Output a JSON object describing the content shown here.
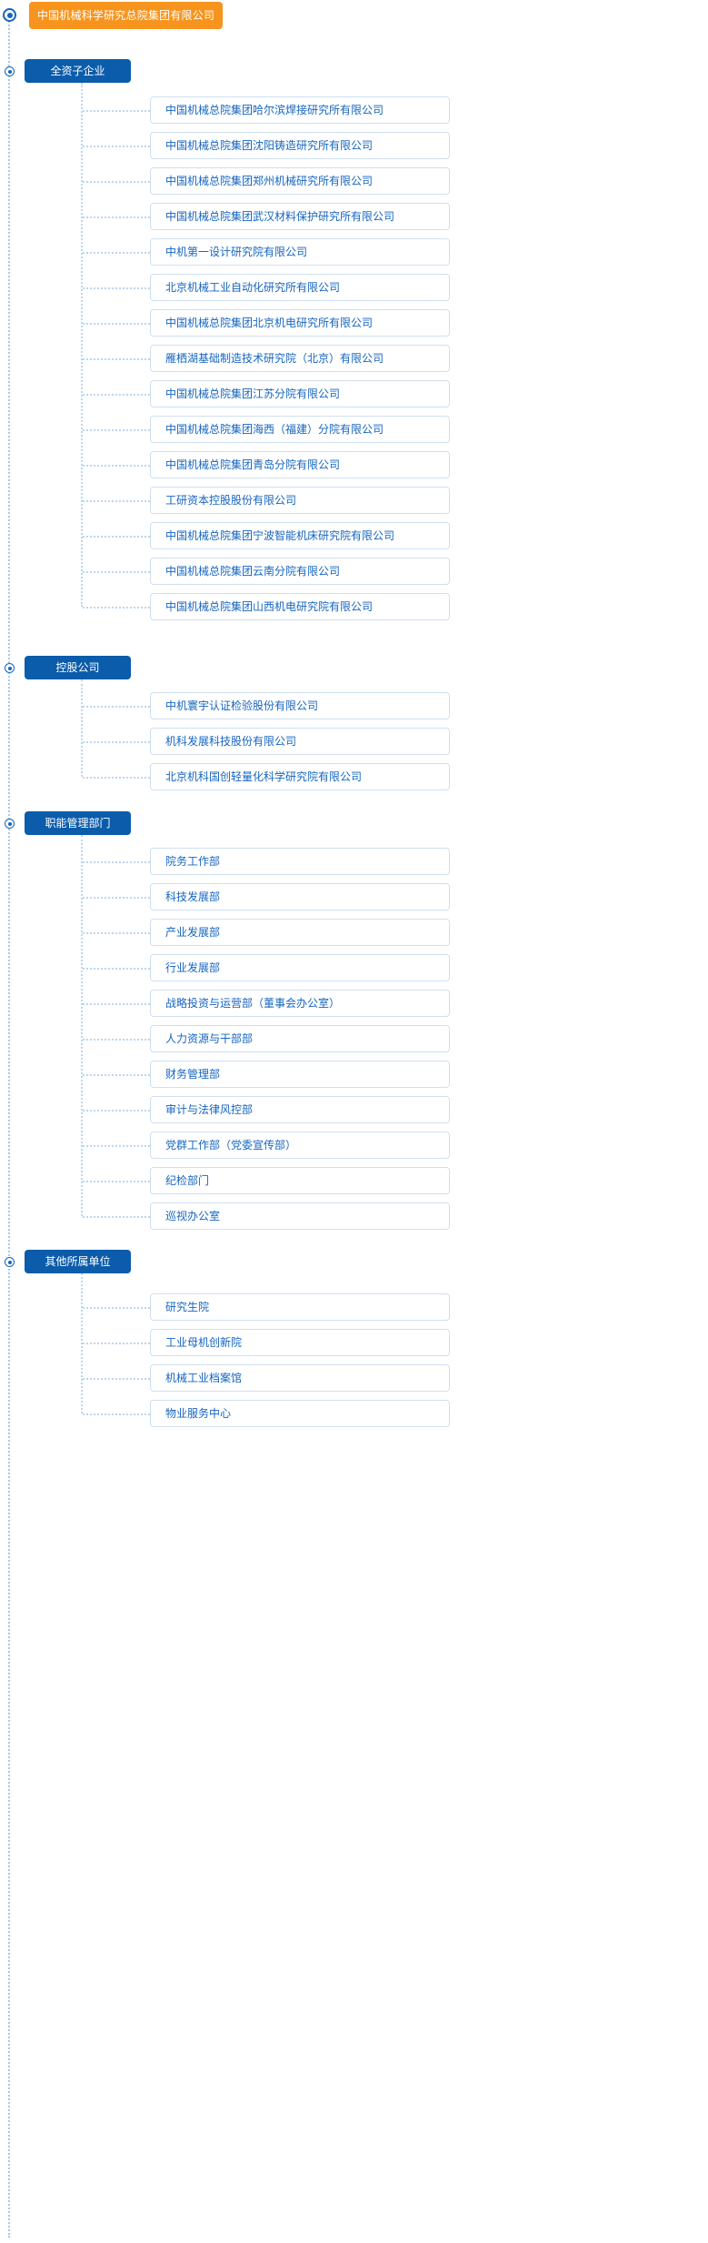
{
  "root": {
    "label": "中国机械科学研究总院集团有限公司",
    "color": "#f7941d"
  },
  "theme": {
    "header_color": "#0b5cab",
    "item_text_color": "#1565c0",
    "item_border_color": "#cfe0f2",
    "line_color": "#bcd6ee",
    "marker_color": "#1565c0"
  },
  "sections": [
    {
      "title": "全资子企业",
      "items": [
        "中国机械总院集团哈尔滨焊接研究所有限公司",
        "中国机械总院集团沈阳铸造研究所有限公司",
        "中国机械总院集团郑州机械研究所有限公司",
        "中国机械总院集团武汉材料保护研究所有限公司",
        "中机第一设计研究院有限公司",
        "北京机械工业自动化研究所有限公司",
        "中国机械总院集团北京机电研究所有限公司",
        "雁栖湖基础制造技术研究院（北京）有限公司",
        "中国机械总院集团江苏分院有限公司",
        "中国机械总院集团海西（福建）分院有限公司",
        "中国机械总院集团青岛分院有限公司",
        "工研资本控股股份有限公司",
        "中国机械总院集团宁波智能机床研究院有限公司",
        "中国机械总院集团云南分院有限公司",
        "中国机械总院集团山西机电研究院有限公司"
      ]
    },
    {
      "title": "控股公司",
      "items": [
        "中机寰宇认证检验股份有限公司",
        "机科发展科技股份有限公司",
        "北京机科国创轻量化科学研究院有限公司"
      ]
    },
    {
      "title": "职能管理部门",
      "items": [
        "院务工作部",
        "科技发展部",
        "产业发展部",
        "行业发展部",
        "战略投资与运营部（董事会办公室）",
        "人力资源与干部部",
        "财务管理部",
        "审计与法律风控部",
        "党群工作部（党委宣传部）",
        "纪检部门",
        "巡视办公室"
      ]
    },
    {
      "title": "其他所属单位",
      "items": [
        "研究生院",
        "工业母机创新院",
        "机械工业档案馆",
        "物业服务中心"
      ]
    }
  ]
}
